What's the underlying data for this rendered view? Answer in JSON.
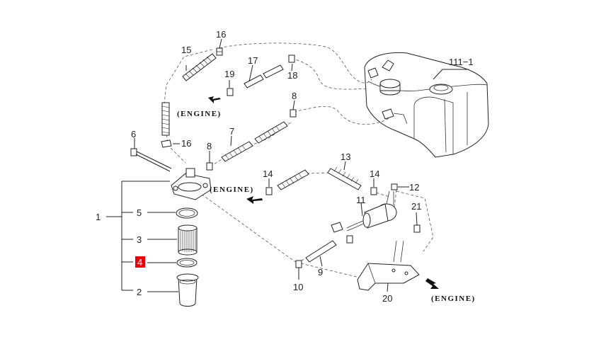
{
  "labels": {
    "p1": "1",
    "p2": "2",
    "p3": "3",
    "p4": "4",
    "p5": "5",
    "p6": "6",
    "p7": "7",
    "p8a": "8",
    "p8b": "8",
    "p9": "9",
    "p10": "10",
    "p11": "11",
    "p12": "12",
    "p13": "13",
    "p14a": "14",
    "p14b": "14",
    "p15": "15",
    "p16a": "16",
    "p16b": "16",
    "p17": "17",
    "p18": "18",
    "p19": "19",
    "p20": "20",
    "p21": "21",
    "p111": "111−1"
  },
  "engine_labels": {
    "e1": "(ENGINE)",
    "e2": "(ENGINE)",
    "e3": "(ENGINE)"
  },
  "colors": {
    "highlight": "#e8000b"
  }
}
